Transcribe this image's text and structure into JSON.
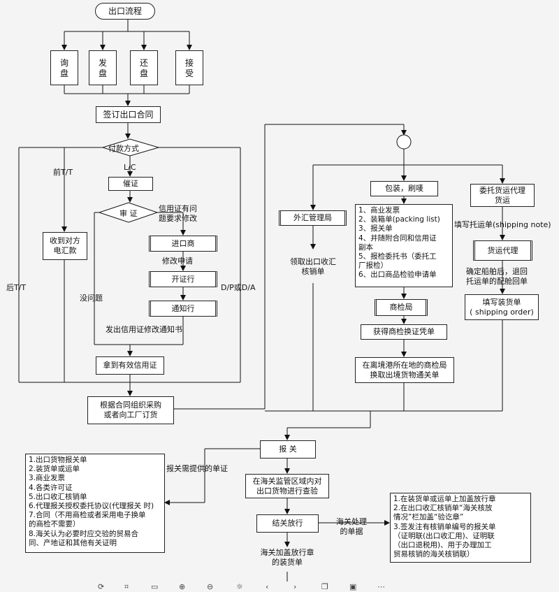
{
  "diagram": {
    "title": "出口流程",
    "steps": {
      "s1": "询\n盘",
      "s2": "发\n盘",
      "s3": "还\n盘",
      "s4": "接\n受"
    },
    "sign_contract": "签订出口合同",
    "payment_method": "付款方式",
    "label_prepay_tt": "前T/T",
    "label_lc": "L/C",
    "label_post_tt": "后T/T",
    "label_dp_da": "D/P或D/A",
    "receive_remit": "收到对方\n电汇款",
    "urge_lc": "催证",
    "review_lc": "审 证",
    "lc_issue_note": "信用证有问\n题要求修改",
    "importer": "进口商",
    "amend_request": "修改申请",
    "issuing_bank": "开证行",
    "advising_bank": "通知行",
    "amend_notice": "发出信用证修改通知书",
    "no_problem": "没问题",
    "get_valid_lc": "拿到有效信用证",
    "purchase": "根据合同组织采购\n或者向工厂订货",
    "forex_bureau": "外汇管理局",
    "get_verification": "领取出口收汇\n核销单",
    "packing": "包装，刷唛",
    "docs_list": "1、商业发票\n2、装箱单(packing list)\n3、报关单\n4、并随附合同和信用证\n副本\n5、报检委托书（委托工\n厂报检）\n6、出口商品检验申请单",
    "inspection_bureau": "商检局",
    "inspection_voucher": "获得商检换证凭单",
    "exchange_pass": "在离境港所在地的商检局\n换取出境货物通关单",
    "entrust_agent": "委托货运代理\n货运",
    "fill_shipping_note": "填写托运单(shipping note)",
    "freight_agent": "货运代理",
    "confirm_ship": "确定船舶后，退回\n托运单的配舱回单",
    "shipping_order": "填写装货单\n( shipping order)",
    "declare": "报 关",
    "docs_required_label": "报关需提供的单证",
    "customs_docs": "1.出口货物报关单\n2.装货单或运单\n3.商业发票\n4.各类许可证\n5.出口收汇核销单\n6.代理报关授权委托协议(代理报关 时)\n7.合同（不用商检或者采用电子换单\n的商检不需要）\n8.海关认为必要时应交验的贸易合\n同、产地证和其他有关证明",
    "inspect_goods": "在海关监管区域内对\n出口货物进行查验",
    "release": "结关放行",
    "customs_process_label": "海关处理\n的单据",
    "customs_process_list": "1.在装货单或运单上加盖放行章\n2.在出口收汇核销单“海关核放\n情况”栏加盖“验讫章”\n3.签发注有核销单编号的报关单\n（证明联(出口收汇用)、证明联\n（出口退税用)、用于办理加工\n贸易核销的海关核销联）",
    "stamped_order": "海关加盖放行章\n的装货单"
  },
  "toolbar_icons": [
    "rotate-icon",
    "crop-icon",
    "screenshot-icon",
    "zoom-in-icon",
    "zoom-out-icon",
    "brightness-icon",
    "undo-icon",
    "redo-icon",
    "copy-icon",
    "save-icon",
    "more-icon"
  ]
}
